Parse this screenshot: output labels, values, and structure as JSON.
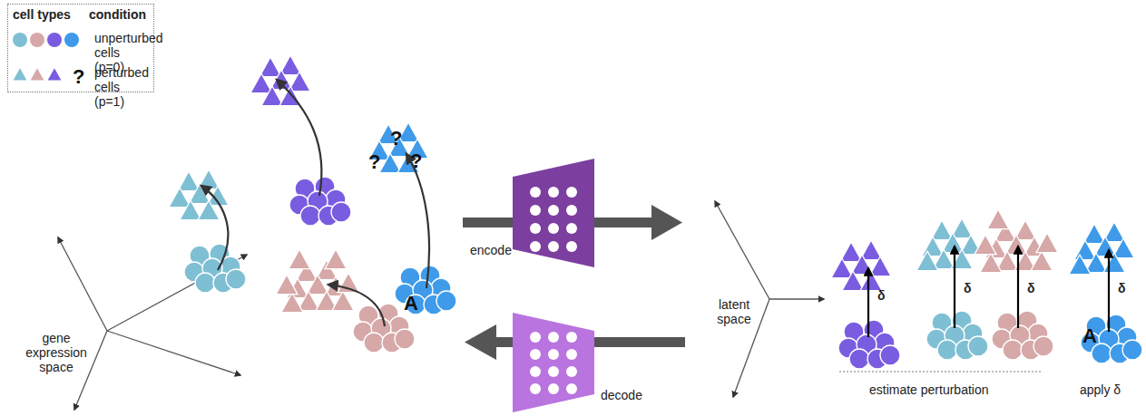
{
  "diagram": {
    "labels": [
      "cell types",
      "condition",
      "?",
      "gene expression space",
      "?",
      "?",
      "?",
      "A",
      "encode",
      "decode",
      "latent space",
      "δ",
      "δ",
      "δ",
      "A",
      "δ",
      "estimate perturbation",
      "apply δ"
    ],
    "legend": [
      {
        "text": "unperturbed cells (p=0)"
      },
      {
        "text": "perturbed cells (p=1)"
      }
    ]
  }
}
